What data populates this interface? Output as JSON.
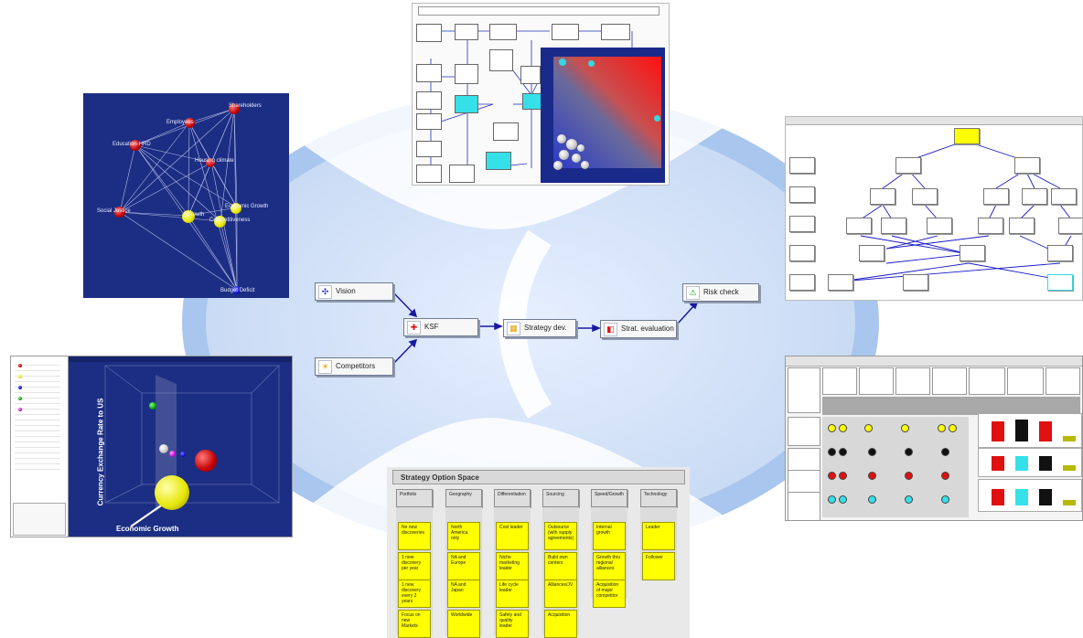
{
  "flow": {
    "vision": "Vision",
    "competitors": "Competitors",
    "ksf": "KSF",
    "strategy_dev": "Strategy dev.",
    "strat_evaluation": "Strat. evaluation",
    "risk_check": "Risk check"
  },
  "network_panel": {
    "labels": [
      "Shareholders",
      "Employees",
      "Education-HRD",
      "Housing climate",
      "Economic Growth",
      "Social Justice",
      "Growth",
      "Competitiveness",
      "Budget Deficit"
    ]
  },
  "scatter3d_panel": {
    "y_label": "Currency Exchange Rate to US",
    "x_label": "Economic Growth"
  },
  "strategy_option_space": {
    "title": "Strategy Option Space",
    "columns": [
      {
        "header": "Portfolio",
        "items": [
          "No new discoveries",
          "1 new discovery per year",
          "1 new discovery every 2 years",
          "Focus on new Markets"
        ]
      },
      {
        "header": "Geography",
        "items": [
          "North America only",
          "NA and Europe",
          "NA and Japan",
          "Worldwide"
        ]
      },
      {
        "header": "Differentiation",
        "items": [
          "Cost leader",
          "Niche marketing leader",
          "Life cycle leader",
          "Safety and quality leader"
        ]
      },
      {
        "header": "Sourcing",
        "items": [
          "Outsource (with supply agreements)",
          "Build own centers",
          "Alliances/JV",
          "Acquisition"
        ]
      },
      {
        "header": "Speed/Growth",
        "items": [
          "Internal growth",
          "Growth thru regional alliances",
          "Acquisition of major competitor"
        ]
      },
      {
        "header": "Technology",
        "items": [
          "Leader",
          "Follower"
        ]
      }
    ]
  },
  "colors": {
    "ring": "#a9c6ee",
    "ring_fill": "#cfdff6",
    "navy": "#1c2e83",
    "sticky": "#ffff00",
    "arrow": "#1a1aa0"
  }
}
